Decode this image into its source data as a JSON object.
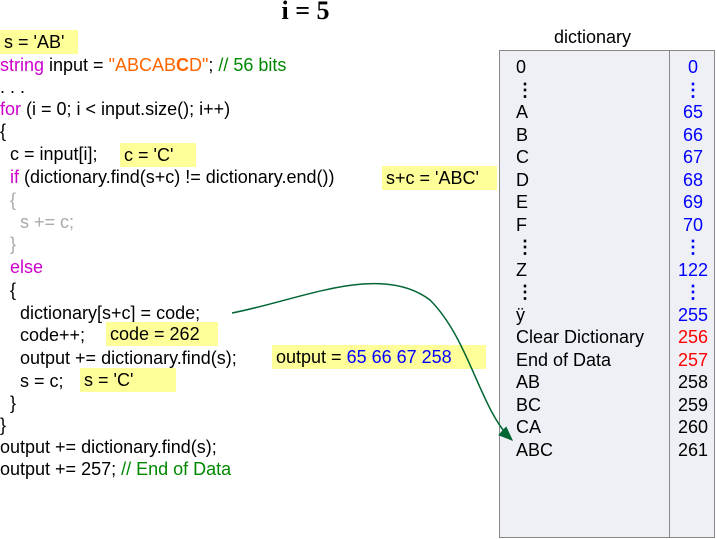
{
  "title": "i = 5",
  "code": {
    "l1": "s = 'AB'",
    "l2_type": "string",
    "l2_mid": " input = ",
    "l2_str_a": "\"ABCAB",
    "l2_str_b": "C",
    "l2_str_c": "D\"",
    "l2_semi": "; ",
    "l2_comment": "// 56 bits",
    "l3": ". . .",
    "l4_kw": "for",
    "l4_rest": " (i = 0; i < input.size(); i++)",
    "l5": "{",
    "l6": "  c = input[i];",
    "l7_kw": "if",
    "l7_rest": " (dictionary.find(s+c) != dictionary.end())",
    "l8": "  {",
    "l9": "    s += c;",
    "l10": "  }",
    "l11_kw": "else",
    "l12": "  {",
    "l13": "    dictionary[s+c] = code;",
    "l14": "    code++;",
    "l15": "    output += dictionary.find(s);",
    "l16": "    s = c;",
    "l17": "  }",
    "l18": "}",
    "l19": "output += dictionary.find(s);",
    "l20_a": "output += 257; ",
    "l20_comment": "// End of Data"
  },
  "notes": {
    "c": "c = 'C'",
    "sc": "s+c = 'ABC'",
    "code": "code = 262",
    "output_label": "output = ",
    "output_value": "65 66 67 258",
    "s": "s = 'C'"
  },
  "dictionary": {
    "label": "dictionary",
    "keys": [
      "0",
      ":",
      "A",
      "B",
      "C",
      "D",
      "E",
      "F",
      ":",
      "Z",
      ":",
      "ÿ",
      "Clear Dictionary",
      "End of Data",
      "AB",
      "BC",
      "CA",
      "ABC"
    ],
    "codes": [
      "0",
      ":",
      "65",
      "66",
      "67",
      "68",
      "69",
      "70",
      ":",
      "122",
      ":",
      "255",
      "256",
      "257",
      "258",
      "259",
      "260",
      "261"
    ]
  },
  "colors": {
    "keyword": "#cc00cc",
    "string": "#ff6600",
    "number": "#0000ff",
    "comment": "#008800",
    "highlight": "#ffff99",
    "special_code": "#ff0000",
    "arrow": "#006633"
  }
}
